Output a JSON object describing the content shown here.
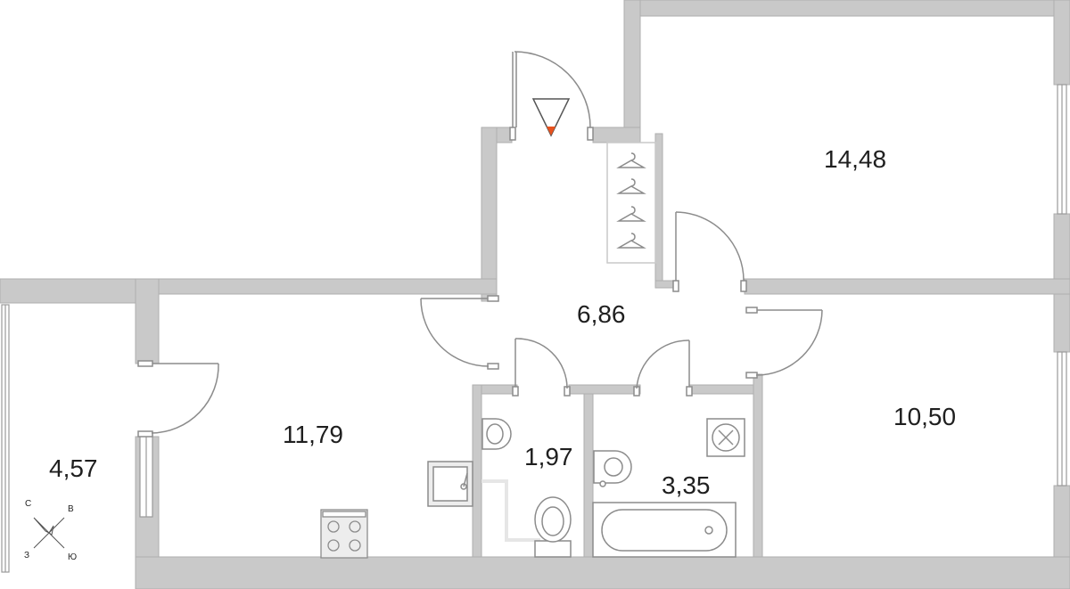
{
  "rooms": {
    "bedroom_large": {
      "area": "14,48"
    },
    "hallway": {
      "area": "6,86"
    },
    "living_kitchen": {
      "area": "11,79"
    },
    "bedroom_small": {
      "area": "10,50"
    },
    "balcony": {
      "area": "4,57"
    },
    "toilet": {
      "area": "1,97"
    },
    "bathroom": {
      "area": "3,35"
    }
  },
  "compass": {
    "north": "С",
    "east": "В",
    "south": "Ю",
    "west": "З"
  },
  "colors": {
    "wall": "#c9c9c9",
    "wall_outline": "#aeaeae",
    "fixture": "#8c8c8c",
    "fixture_fill": "#ededed",
    "entrance_marker": "#e8521e",
    "text": "#1f1f1f",
    "background": "#ffffff"
  },
  "icons": [
    "entrance-arrow-icon",
    "hanger-icon",
    "compass-icon",
    "ventilation-icon"
  ]
}
